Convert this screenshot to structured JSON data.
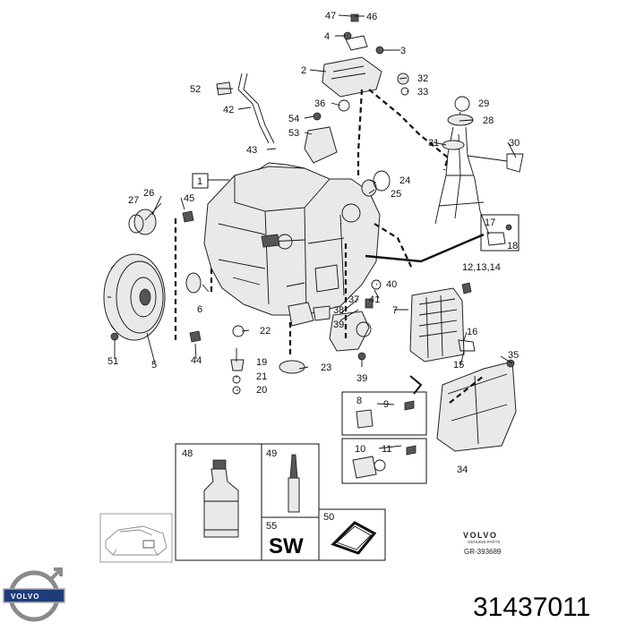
{
  "callouts": {
    "c1": "1",
    "c2": "2",
    "c3": "3",
    "c4": "4",
    "c5": "5",
    "c6": "6",
    "c7": "7",
    "c8": "8",
    "c9": "9",
    "c10": "10",
    "c11": "11",
    "c12_14": "12,13,14",
    "c15": "15",
    "c16": "16",
    "c17": "17",
    "c18": "18",
    "c19": "19",
    "c20": "20",
    "c21": "21",
    "c22": "22",
    "c23": "23",
    "c24": "24",
    "c25": "25",
    "c26": "26",
    "c27": "27",
    "c28": "28",
    "c29": "29",
    "c30": "30",
    "c31": "31",
    "c32": "32",
    "c33": "33",
    "c34": "34",
    "c35": "35",
    "c36": "36",
    "c37": "37",
    "c38": "38",
    "c39": "39",
    "c40": "40",
    "c41": "41",
    "c42": "42",
    "c43": "43",
    "c44": "44",
    "c45": "45",
    "c46": "46",
    "c47": "47",
    "c48": "48",
    "c49": "49",
    "c50": "50",
    "c51": "51",
    "c52": "52",
    "c53": "53",
    "c54": "54",
    "c55": "55"
  },
  "sealant_label": "SW",
  "brand": {
    "name": "VOLVO",
    "subtitle": "GENUINE PARTS",
    "drawing_ref": "GR-393689"
  },
  "logo_text": "VOLVO",
  "part_number": "31437011",
  "colors": {
    "line": "#111111",
    "part_fill": "#e9e9e9",
    "logo_blue": "#1f3c78",
    "logo_ring": "#8a8a8a"
  }
}
